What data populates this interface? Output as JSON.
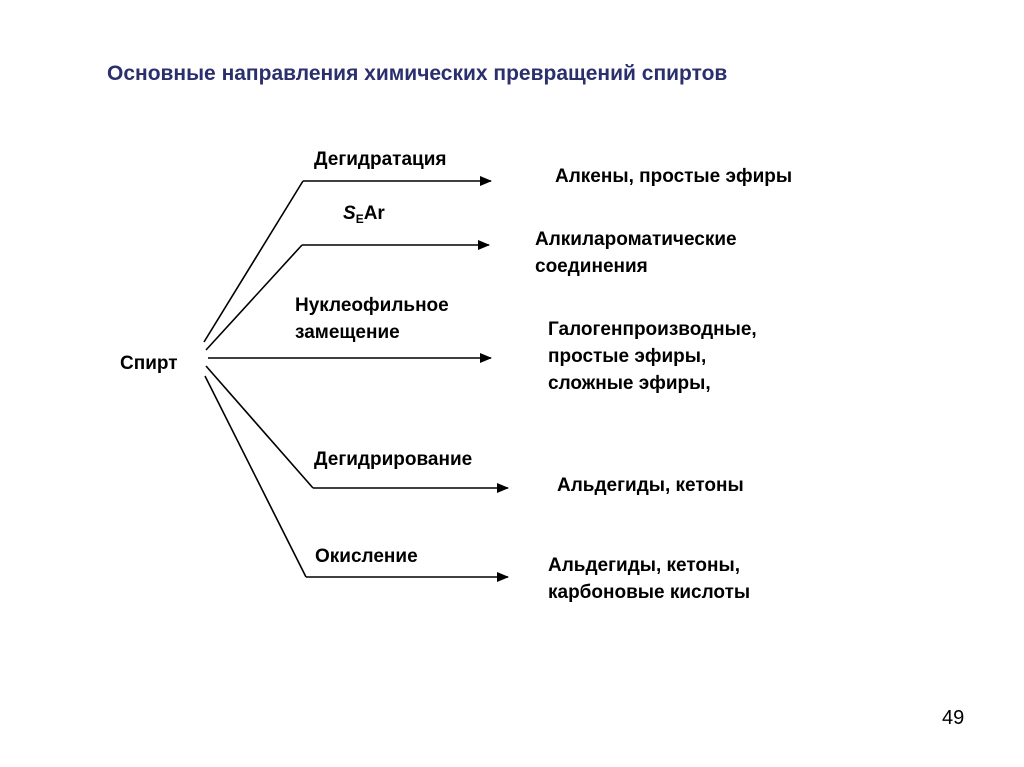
{
  "title": "Основные направления химических превращений спиртов",
  "source": "Спирт",
  "reactions": [
    {
      "label": "Дегидратация",
      "products": "Алкены, простые эфиры"
    },
    {
      "label_main": "S",
      "label_sub": "E",
      "label_rest": "Ar",
      "products": "Алкилароматические\nсоединения"
    },
    {
      "label": "Нуклеофильное\nзамещение",
      "products": "Галогенпроизводные,\nпростые эфиры,\nсложные эфиры,"
    },
    {
      "label": "Дегидрирование",
      "products": "Альдегиды, кетоны"
    },
    {
      "label": "Окисление",
      "products": "Альдегиды, кетоны,\nкарбоновые кислоты"
    }
  ],
  "page_number": "49",
  "colors": {
    "title": "#2b2f6e",
    "lines": "#000000"
  }
}
